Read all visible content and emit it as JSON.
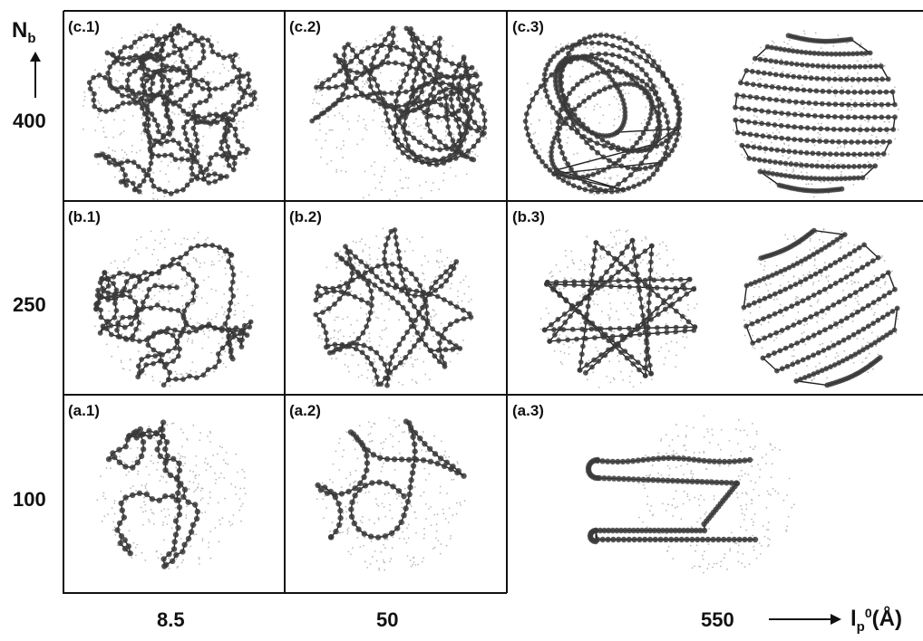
{
  "y_axis": {
    "symbol": "N",
    "subscript": "b",
    "row_labels": [
      "400",
      "250",
      "100"
    ]
  },
  "x_axis": {
    "symbol": "l",
    "subscript": "p",
    "superscript": "0",
    "unit": "(Å)",
    "column_labels": [
      "8.5",
      "50",
      "550"
    ]
  },
  "panels": [
    {
      "id": "c1",
      "label": "(c.1)"
    },
    {
      "id": "c2",
      "label": "(c.2)"
    },
    {
      "id": "c3",
      "label": "(c.3)"
    },
    {
      "id": "b1",
      "label": "(b.1)"
    },
    {
      "id": "b2",
      "label": "(b.2)"
    },
    {
      "id": "b3",
      "label": "(b.3)"
    },
    {
      "id": "a1",
      "label": "(a.1)"
    },
    {
      "id": "a2",
      "label": "(a.2)"
    },
    {
      "id": "a3",
      "label": "(a.3)"
    }
  ],
  "colors": {
    "line": "#222222",
    "bead": "#3a3a3a",
    "dot": "#b8b8b8"
  }
}
